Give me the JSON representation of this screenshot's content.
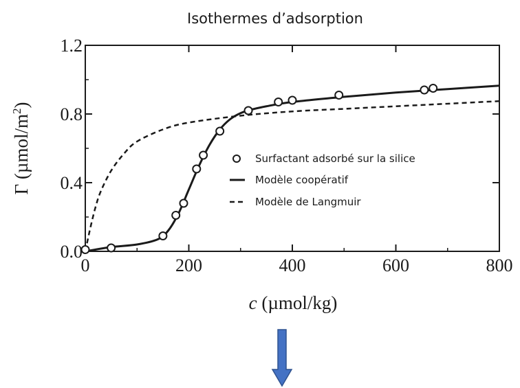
{
  "chart_data": {
    "type": "scatter",
    "title": "Isothermes d’adsorption",
    "xlabel": "c (µmol/kg)",
    "xlabel_parts": {
      "var": "c",
      "unit": " (µmol/kg)"
    },
    "ylabel": "Γ (µmol/m²)",
    "ylabel_parts": {
      "main": "Γ (µmol/m",
      "sup": "2",
      "close": ")"
    },
    "xlim": [
      0,
      800
    ],
    "ylim": [
      0,
      1.2
    ],
    "x_ticks": [
      0,
      200,
      400,
      600,
      800
    ],
    "x_tick_labels": [
      "0",
      "200",
      "400",
      "600",
      "800"
    ],
    "y_ticks": [
      0.0,
      0.4,
      0.8,
      1.2
    ],
    "y_tick_labels": [
      "0.0",
      "0.4",
      "0.8",
      "1.2"
    ],
    "grid": false,
    "legend_position": "center-right",
    "series": [
      {
        "name": "Surfactant adsorbé sur la silice",
        "style": "open-circle",
        "points": [
          [
            0,
            0.01
          ],
          [
            50,
            0.02
          ],
          [
            150,
            0.09
          ],
          [
            175,
            0.21
          ],
          [
            190,
            0.28
          ],
          [
            215,
            0.48
          ],
          [
            228,
            0.56
          ],
          [
            260,
            0.7
          ],
          [
            315,
            0.82
          ],
          [
            373,
            0.87
          ],
          [
            400,
            0.88
          ],
          [
            490,
            0.91
          ],
          [
            655,
            0.94
          ],
          [
            672,
            0.95
          ]
        ]
      },
      {
        "name": "Modèle coopératif",
        "style": "solid",
        "points": [
          [
            0,
            0.0
          ],
          [
            50,
            0.025
          ],
          [
            100,
            0.04
          ],
          [
            140,
            0.07
          ],
          [
            160,
            0.12
          ],
          [
            180,
            0.22
          ],
          [
            200,
            0.36
          ],
          [
            220,
            0.5
          ],
          [
            240,
            0.62
          ],
          [
            260,
            0.71
          ],
          [
            280,
            0.77
          ],
          [
            300,
            0.805
          ],
          [
            320,
            0.825
          ],
          [
            350,
            0.845
          ],
          [
            400,
            0.87
          ],
          [
            500,
            0.9
          ],
          [
            600,
            0.925
          ],
          [
            700,
            0.945
          ],
          [
            800,
            0.965
          ]
        ]
      },
      {
        "name": "Modèle de Langmuir",
        "style": "dashed",
        "points": [
          [
            0,
            0.0
          ],
          [
            10,
            0.14
          ],
          [
            20,
            0.26
          ],
          [
            30,
            0.35
          ],
          [
            50,
            0.47
          ],
          [
            75,
            0.57
          ],
          [
            100,
            0.64
          ],
          [
            150,
            0.71
          ],
          [
            200,
            0.75
          ],
          [
            300,
            0.79
          ],
          [
            400,
            0.815
          ],
          [
            500,
            0.83
          ],
          [
            600,
            0.845
          ],
          [
            700,
            0.86
          ],
          [
            800,
            0.875
          ]
        ]
      }
    ]
  },
  "arrow": {
    "color": "#4472c4",
    "edge_color": "#2f528f",
    "direction": "down"
  }
}
